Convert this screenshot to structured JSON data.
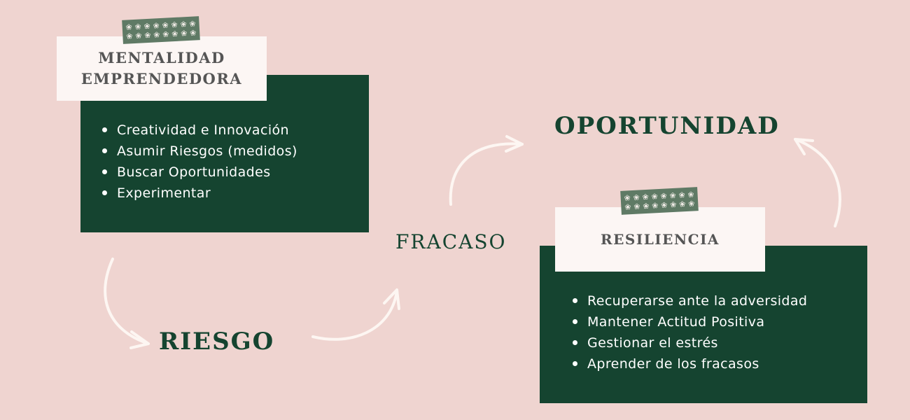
{
  "colors": {
    "background": "#efd4d0",
    "panel": "#154430",
    "card": "#fcf6f4",
    "tape": "#5f7a65",
    "arrow": "#fdf6f2",
    "stage_text": "#154430"
  },
  "tape_icon": "flower-pattern-icon",
  "mentalidad": {
    "title_line1": "MENTALIDAD",
    "title_line2": "EMPRENDEDORA",
    "items": [
      "Creatividad e Innovación",
      "Asumir Riesgos (medidos)",
      "Buscar Oportunidades",
      "Experimentar"
    ]
  },
  "resiliencia": {
    "title": "RESILIENCIA",
    "items": [
      "Recuperarse ante la adversidad",
      "Mantener Actitud Positiva",
      "Gestionar el estrés",
      "Aprender de los fracasos"
    ]
  },
  "stages": {
    "riesgo": "RIESGO",
    "fracaso": "FRACASO",
    "oportunidad": "OPORTUNIDAD"
  }
}
